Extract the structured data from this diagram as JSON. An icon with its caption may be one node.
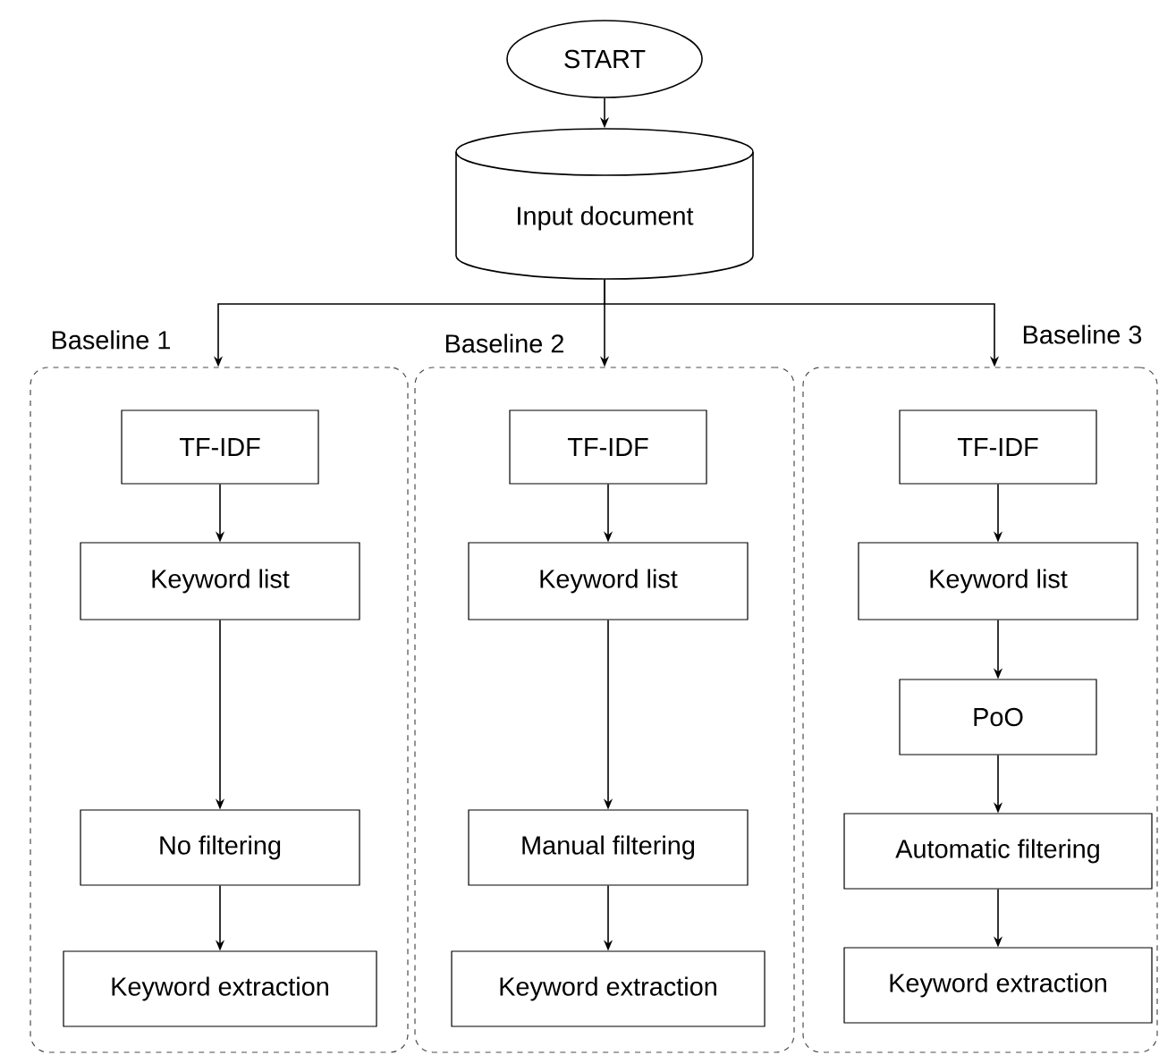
{
  "diagram": {
    "nodes": [
      {
        "text": [
          "START"
        ]
      },
      {
        "text": [
          "Input document"
        ]
      },
      {
        "text": [
          "Baseline 1"
        ]
      },
      {
        "text": [
          "TF-IDF"
        ],
        "in": 2
      },
      {
        "text": [
          "Keyword list"
        ],
        "in": 2
      },
      {
        "text": [
          "No filtering"
        ],
        "in": 2
      },
      {
        "text": [
          "Keyword extraction"
        ],
        "in": 2
      },
      {
        "text": [
          "Baseline 2"
        ]
      },
      {
        "text": [
          "TF-IDF"
        ],
        "in": 7
      },
      {
        "text": [
          "Keyword list"
        ],
        "in": 7
      },
      {
        "text": [
          "Manual filtering"
        ],
        "in": 7
      },
      {
        "text": [
          "Keyword extraction"
        ],
        "in": 7
      },
      {
        "text": [
          "Baseline 3"
        ]
      },
      {
        "text": [
          "TF-IDF"
        ],
        "in": 12
      },
      {
        "text": [
          "Keyword list"
        ],
        "in": 12
      },
      {
        "text": [
          "PoO"
        ],
        "in": 12
      },
      {
        "text": [
          "Automatic filtering"
        ],
        "in": 12
      },
      {
        "text": [
          "Keyword extraction"
        ],
        "in": 12
      }
    ],
    "edges": [
      {
        "from": 0,
        "to": 1,
        "arrow": "to"
      },
      {
        "from": 1,
        "to": 2,
        "arrow": "to"
      },
      {
        "from": 1,
        "to": 7,
        "arrow": "to"
      },
      {
        "from": 1,
        "to": 12,
        "arrow": "to"
      },
      {
        "from": 3,
        "to": 4,
        "arrow": "to"
      },
      {
        "from": 4,
        "to": 5,
        "arrow": "to"
      },
      {
        "from": 5,
        "to": 6,
        "arrow": "to"
      },
      {
        "from": 8,
        "to": 9,
        "arrow": "to"
      },
      {
        "from": 9,
        "to": 10,
        "arrow": "to"
      },
      {
        "from": 10,
        "to": 11,
        "arrow": "to"
      },
      {
        "from": 13,
        "to": 14,
        "arrow": "to"
      },
      {
        "from": 14,
        "to": 15,
        "arrow": "to"
      },
      {
        "from": 15,
        "to": 16,
        "arrow": "to"
      },
      {
        "from": 16,
        "to": 17,
        "arrow": "to"
      }
    ]
  }
}
